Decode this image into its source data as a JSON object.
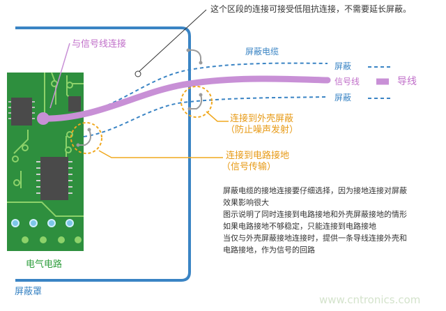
{
  "labels": {
    "top_note": "这个区段的连接可接受低阻抗连接，不需要延长屏蔽。",
    "to_signal": "与信号线连接",
    "shield_cable": "屏蔽电缆",
    "legend": {
      "shield_top": "屏蔽",
      "signal": "信号线",
      "shield_bottom": "屏蔽",
      "wire": "导线"
    },
    "to_enclosure_line1": "连接到外壳屏蔽",
    "to_enclosure_line2": "（防止噪声发射）",
    "to_circuit_gnd_line1": "连接到电路接地",
    "to_circuit_gnd_line2": "（信号传输）",
    "description": [
      "屏蔽电缆的接地连接要仔细选择，因为接地连接对屏蔽",
      "效果影响很大",
      "图示说明了同时连接到电路接地和外壳屏蔽接地的情形",
      "如果电路接地不够稳定，只能连接到电路接地",
      "当仅与外壳屏蔽接地连接时，提供一条导线连接外壳和",
      "电路接地，作为信号的回路"
    ],
    "circuit": "电气电路",
    "enclosure": "屏蔽罩",
    "watermark": "www.cntronics.com"
  },
  "colors": {
    "shield_blue": "#3a84c4",
    "signal_purple": "#c890d6",
    "callout_orange": "#f0a81e",
    "pcb_green": "#2e8f3e",
    "trace_green": "#8dd26a",
    "chip_gray": "#4a4a4a",
    "pad_blue": "#7cc6e8"
  }
}
